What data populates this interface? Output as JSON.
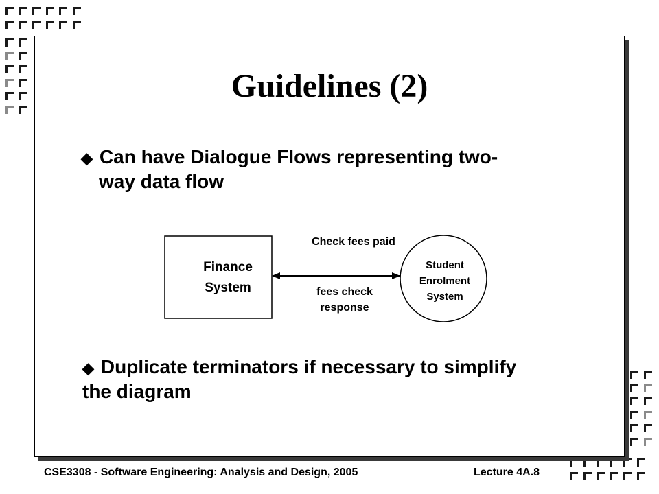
{
  "slide": {
    "title": "Guidelines (2)",
    "bullet_1": {
      "line_1": "Can have Dialogue Flows representing two-",
      "line_2": "way data flow"
    },
    "bullet_2": {
      "line_1": "Duplicate terminators if necessary to simplify",
      "line_2": "the diagram"
    },
    "bullet_glyph": "◆"
  },
  "diagram": {
    "terminator": {
      "line_1": "Finance",
      "line_2": "System"
    },
    "process": {
      "line_1": "Student",
      "line_2": "Enrolment",
      "line_3": "System"
    },
    "flow_top_label": "Check fees paid",
    "flow_bottom_label": {
      "line_1": "fees check",
      "line_2": "response"
    }
  },
  "footer": {
    "left": "CSE3308 - Software Engineering: Analysis and Design, 2005",
    "right": "Lecture 4A.8"
  },
  "colors": {
    "dark_square": "#1a1a1a",
    "grey_square": "#8a8a8a",
    "shadow": "#3a3a3a"
  }
}
